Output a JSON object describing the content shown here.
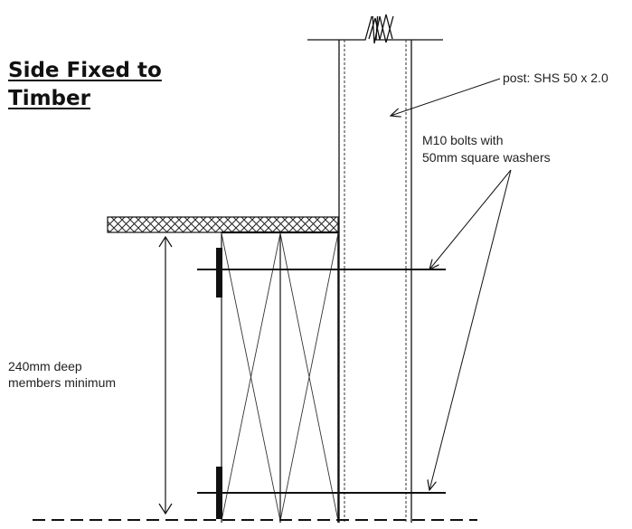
{
  "title": {
    "line1": "Side Fixed to",
    "line2": "Timber"
  },
  "labels": {
    "post": "post: SHS 50 x 2.0",
    "bolts_line1": "M10 bolts with",
    "bolts_line2": "50mm square washers",
    "depth_line1": "240mm deep",
    "depth_line2": "members minimum"
  }
}
